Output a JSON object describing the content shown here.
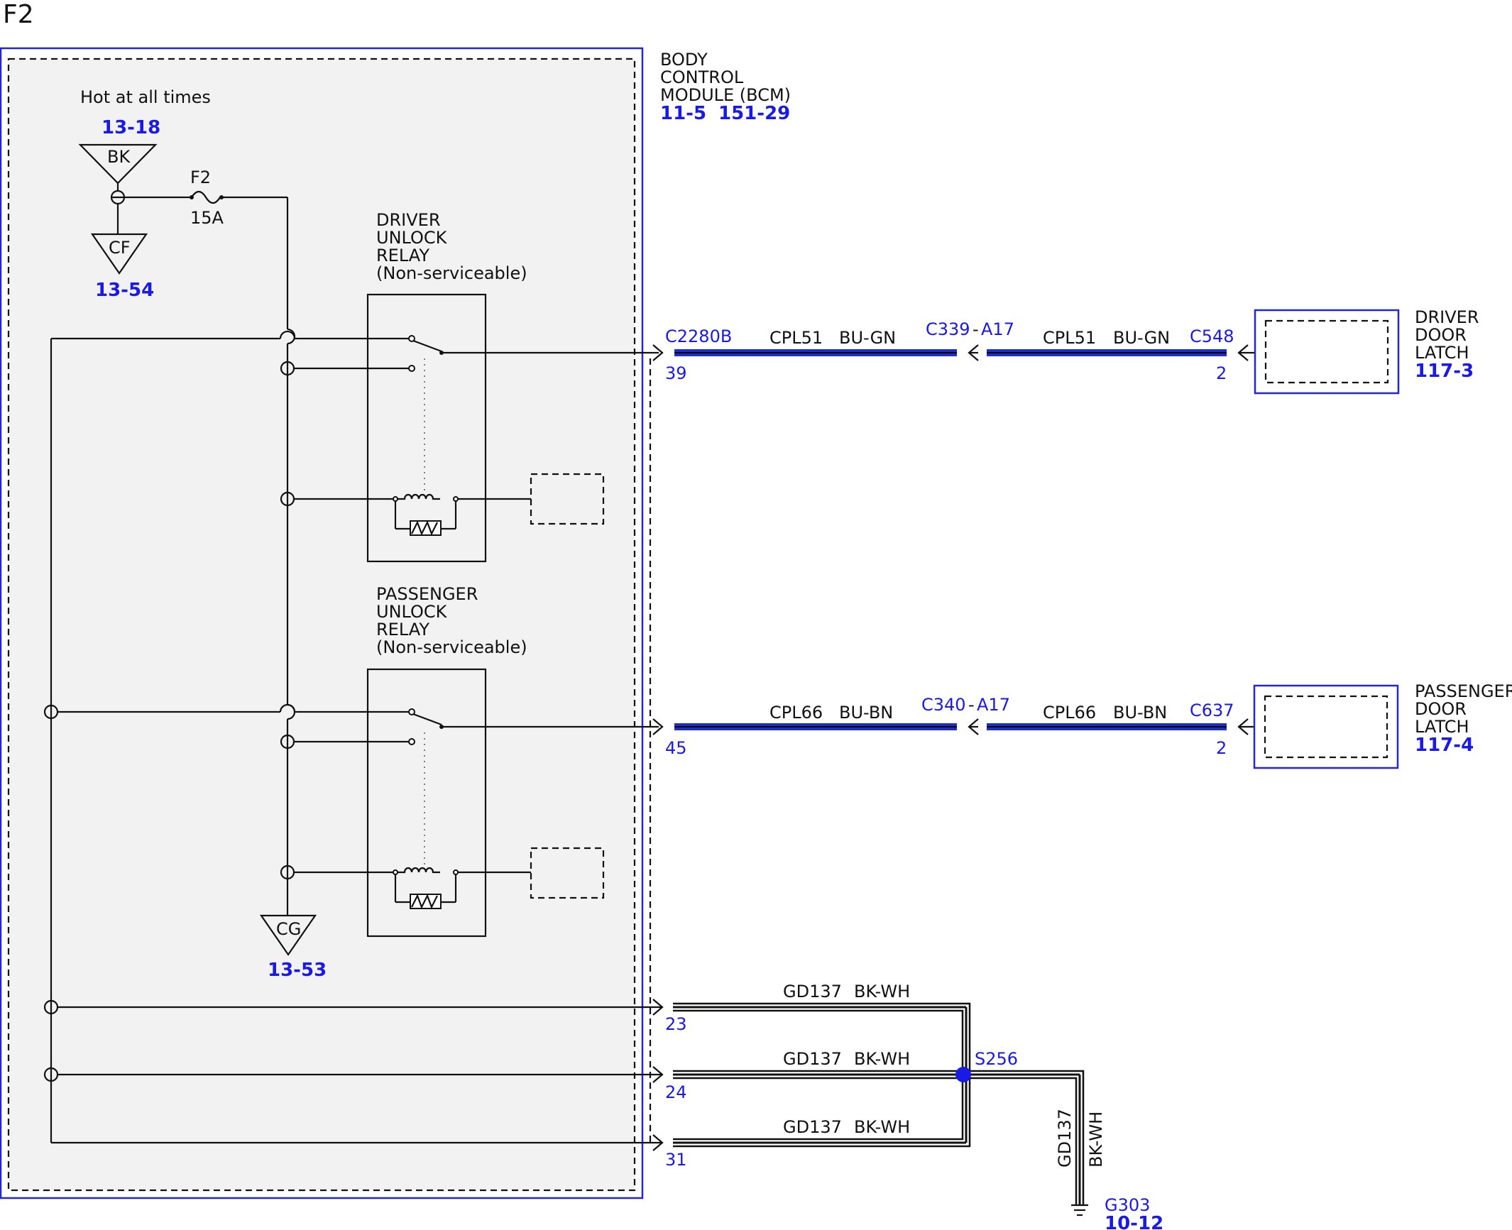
{
  "page_title": "F2",
  "bcm": {
    "line1": "BODY",
    "line2": "CONTROL",
    "line3": "MODULE (BCM)",
    "ref1": "11-5",
    "ref2": "151-29"
  },
  "power": {
    "hot_label": "Hot at all times",
    "top_ref": "13-18",
    "top_tri": "BK",
    "cf_tri": "CF",
    "cf_ref": "13-54",
    "fuse_name": "F2",
    "fuse_rating": "15A",
    "cg_tri": "CG",
    "cg_ref": "13-53"
  },
  "driver_relay": {
    "l1": "DRIVER",
    "l2": "UNLOCK",
    "l3": "RELAY",
    "l4": "(Non-serviceable)"
  },
  "passenger_relay": {
    "l1": "PASSENGER",
    "l2": "UNLOCK",
    "l3": "RELAY",
    "l4": "(Non-serviceable)"
  },
  "driver_circuit": {
    "connector_bcm": "C2280B",
    "pin_bcm": "39",
    "circuit_a": "CPL51",
    "color_a": "BU-GN",
    "inline_connector": "C339",
    "inline_sep": "-",
    "inline_pin": "A17",
    "circuit_b": "CPL51",
    "color_b": "BU-GN",
    "connector_latch": "C548",
    "pin_latch": "2"
  },
  "driver_latch": {
    "l1": "DRIVER",
    "l2": "DOOR",
    "l3": "LATCH",
    "ref": "117-3"
  },
  "passenger_circuit": {
    "pin_bcm": "45",
    "circuit_a": "CPL66",
    "color_a": "BU-BN",
    "inline_connector": "C340",
    "inline_sep": "-",
    "inline_pin": "A17",
    "circuit_b": "CPL66",
    "color_b": "BU-BN",
    "connector_latch": "C637",
    "pin_latch": "2"
  },
  "passenger_latch": {
    "l1": "PASSENGER",
    "l2": "DOOR",
    "l3": "LATCH",
    "ref": "117-4"
  },
  "ground": {
    "pins": [
      "23",
      "24",
      "31"
    ],
    "circuit": "GD137",
    "color": "BK-WH",
    "splice": "S256",
    "drop_circuit": "GD137",
    "drop_color": "BK-WH",
    "ground_point": "G303",
    "ground_ref": "10-12"
  },
  "colors": {
    "reference_blue": "#1a1ae6",
    "wire_blue": "#1b2ec8",
    "module_fill": "#f2f2f2",
    "wire_black": "#111111"
  }
}
